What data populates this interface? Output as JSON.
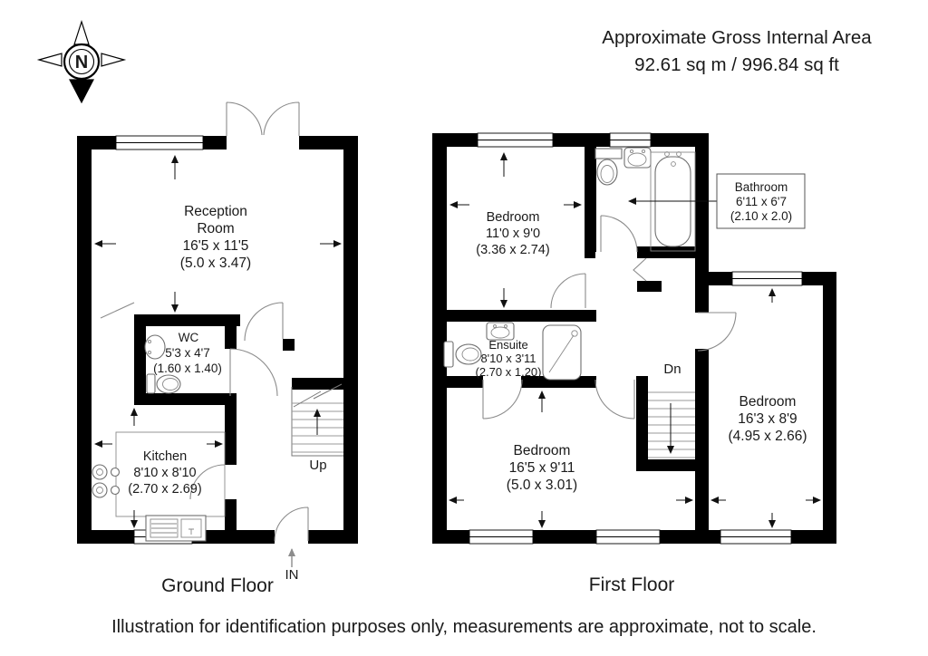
{
  "header": {
    "line1": "Approximate Gross Internal Area",
    "line2": "92.61 sq m / 996.84 sq ft"
  },
  "compass": {
    "label": "N"
  },
  "ground_floor": {
    "title": "Ground Floor",
    "rooms": {
      "reception": {
        "name_line1": "Reception",
        "name_line2": "Room",
        "imperial": "16'5 x 11'5",
        "metric": "(5.0 x 3.47)"
      },
      "wc": {
        "name": "WC",
        "imperial": "5'3 x 4'7",
        "metric": "(1.60 x 1.40)"
      },
      "kitchen": {
        "name": "Kitchen",
        "imperial": "8'10 x 8'10",
        "metric": "(2.70 x 2.69)"
      }
    },
    "stairs_label": "Up",
    "entrance_label": "IN"
  },
  "first_floor": {
    "title": "First Floor",
    "rooms": {
      "bedroom_front": {
        "name": "Bedroom",
        "imperial": "11'0 x 9'0",
        "metric": "(3.36 x 2.74)"
      },
      "bathroom": {
        "name": "Bathroom",
        "imperial": "6'11 x 6'7",
        "metric": "(2.10 x 2.0)"
      },
      "ensuite": {
        "name": "Ensuite",
        "imperial": "8'10 x 3'11",
        "metric": "(2.70 x 1.20)"
      },
      "bedroom_rear": {
        "name": "Bedroom",
        "imperial": "16'5 x 9'11",
        "metric": "(5.0 x 3.01)"
      },
      "bedroom_side": {
        "name": "Bedroom",
        "imperial": "16'3 x 8'9",
        "metric": "(4.95 x 2.66)"
      }
    },
    "stairs_label": "Dn"
  },
  "footer": {
    "disclaimer": "Illustration for identification purposes only, measurements are approximate, not to scale."
  }
}
